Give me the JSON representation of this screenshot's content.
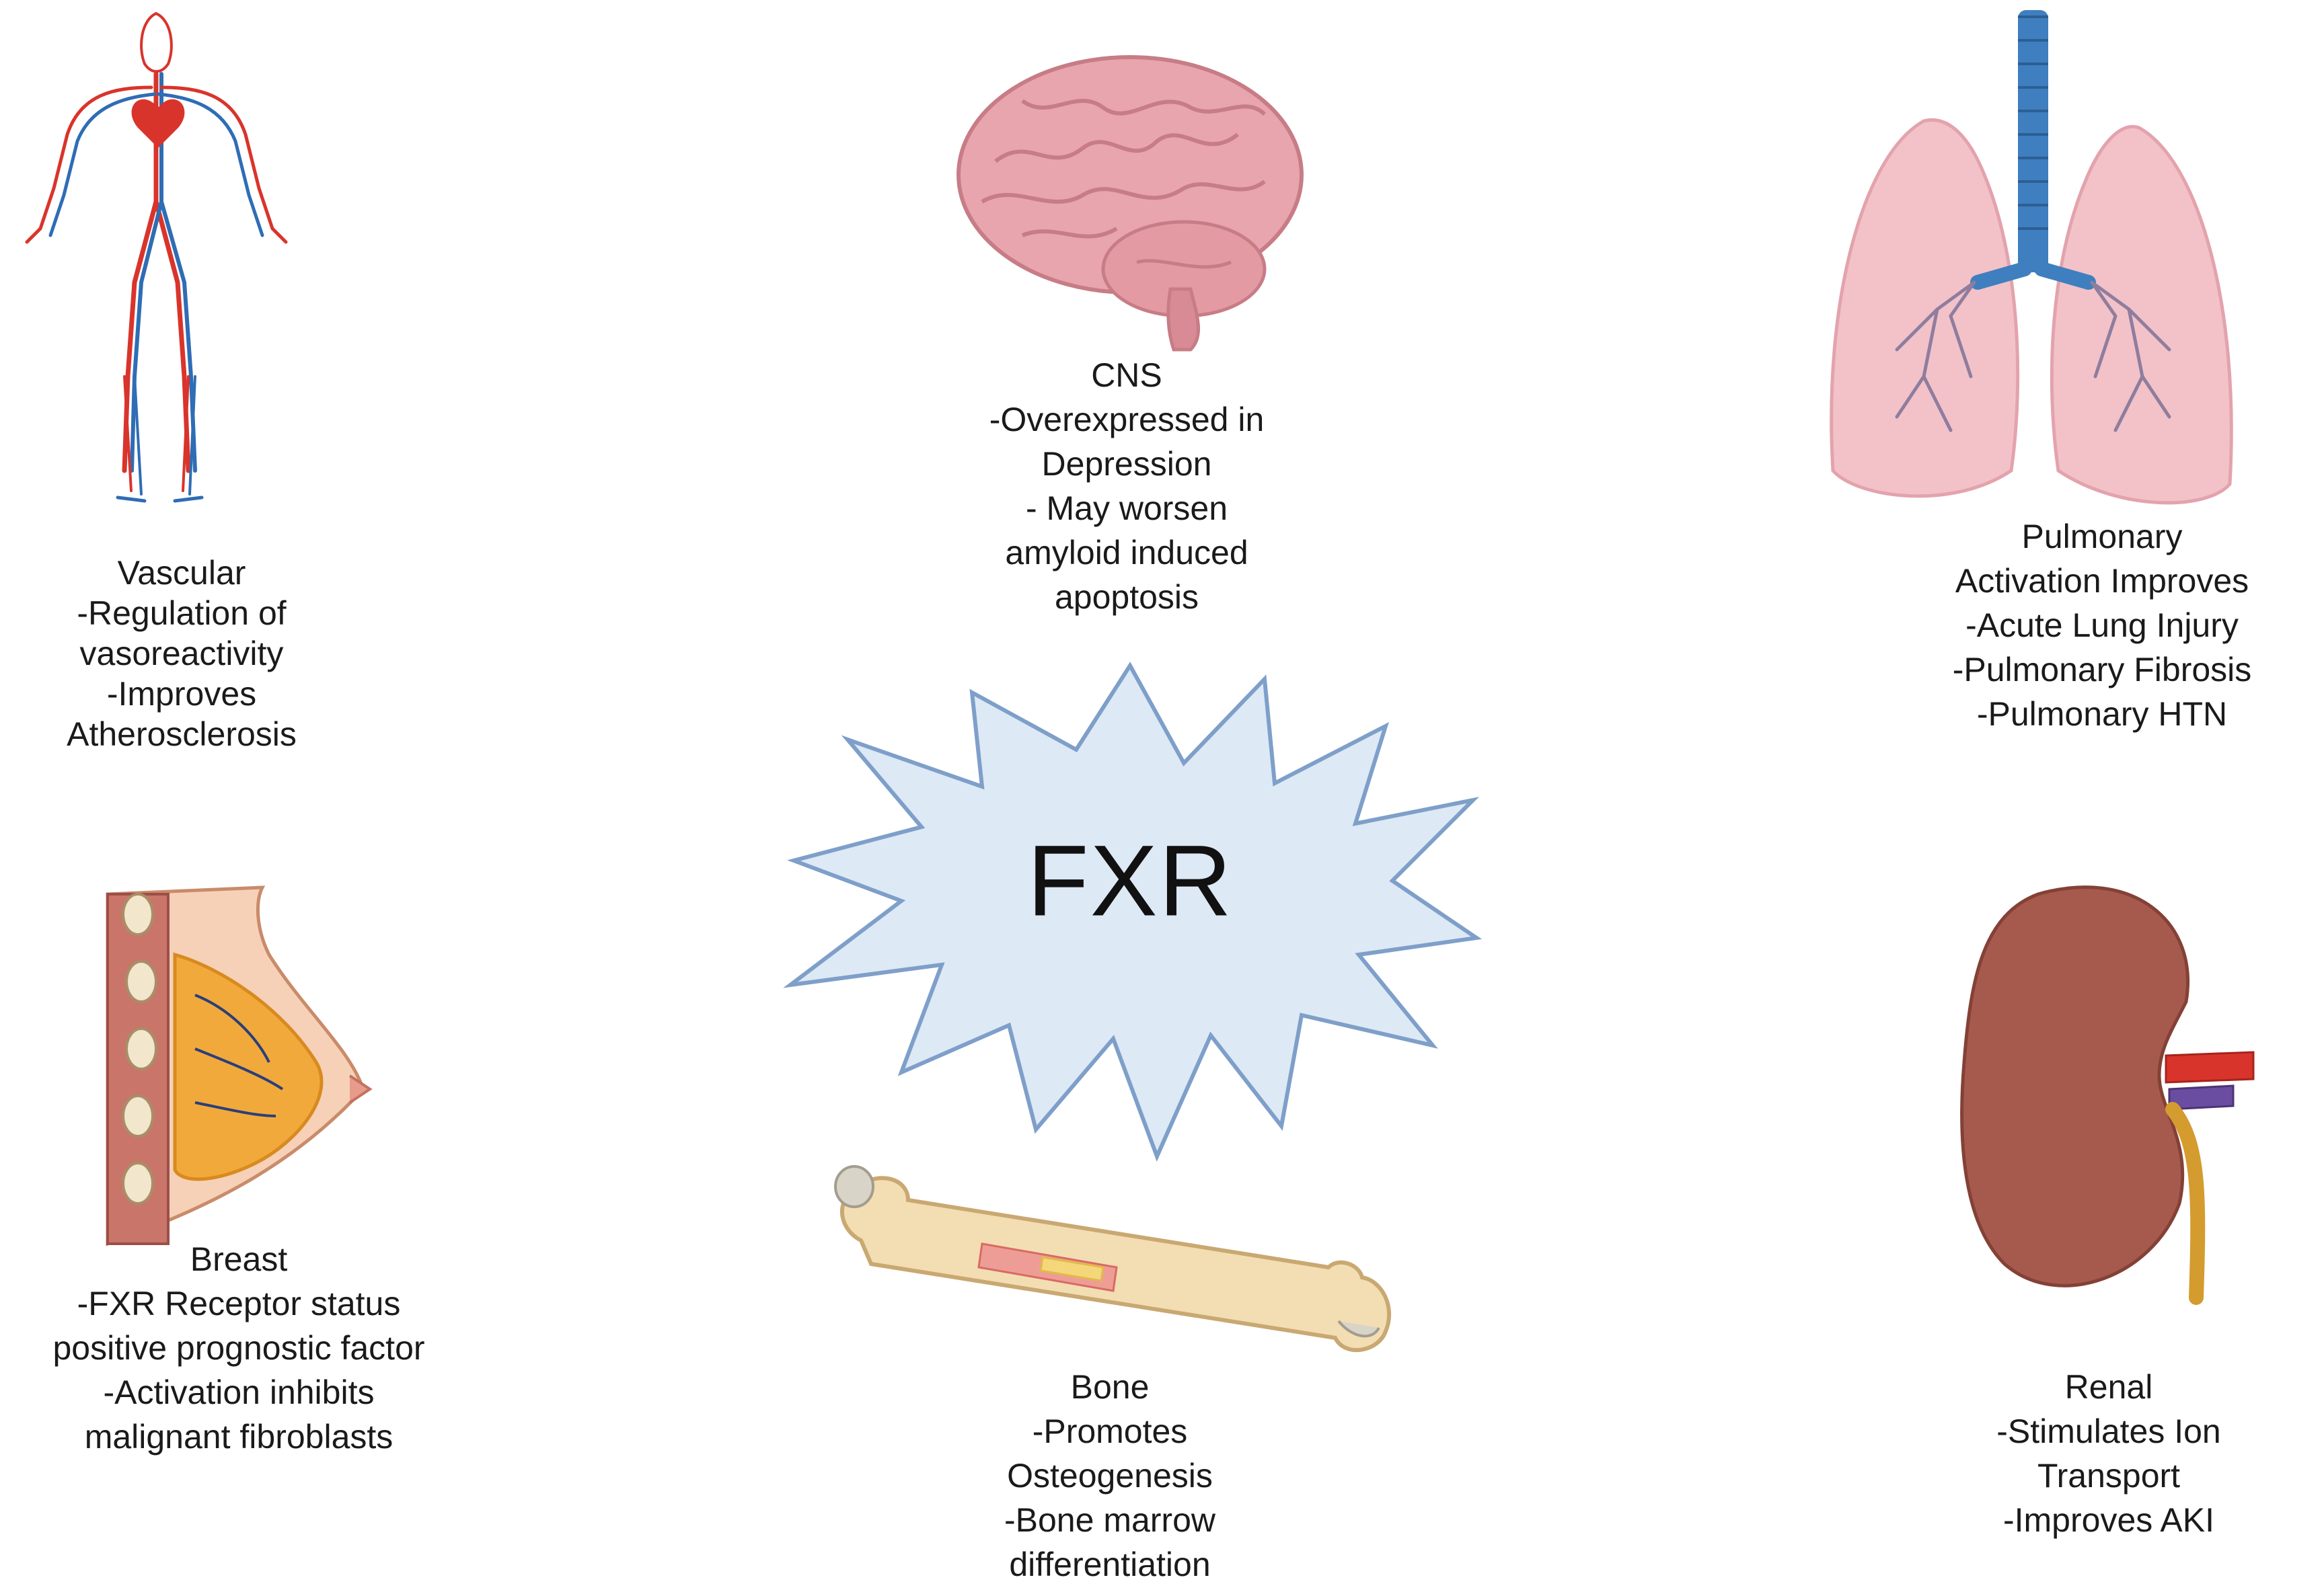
{
  "center": {
    "label": "FXR"
  },
  "organs": {
    "cns": {
      "icon": "brain-icon",
      "lines": [
        "CNS",
        "-Overexpressed in",
        "Depression",
        "- May worsen",
        "amyloid induced",
        "apoptosis"
      ]
    },
    "vascular": {
      "icon": "circulatory-system-icon",
      "lines": [
        "Vascular",
        "-Regulation of",
        "vasoreactivity",
        "-Improves",
        "Atherosclerosis"
      ]
    },
    "pulmonary": {
      "icon": "lungs-icon",
      "lines": [
        "Pulmonary",
        "Activation Improves",
        "-Acute Lung Injury",
        "-Pulmonary Fibrosis",
        "-Pulmonary HTN"
      ]
    },
    "breast": {
      "icon": "breast-tissue-icon",
      "lines": [
        "Breast",
        "-FXR Receptor status",
        "positive prognostic factor",
        "-Activation inhibits",
        "malignant fibroblasts"
      ]
    },
    "bone": {
      "icon": "bone-icon",
      "lines": [
        "Bone",
        "-Promotes",
        "Osteogenesis",
        "-Bone marrow",
        "differentiation"
      ]
    },
    "renal": {
      "icon": "kidney-icon",
      "lines": [
        "Renal",
        "-Stimulates Ion",
        "Transport",
        "-Improves AKI"
      ]
    }
  },
  "colors": {
    "starburst_fill": "#dde9f5",
    "starburst_stroke": "#7e9fc9",
    "artery": "#d9342b",
    "vein": "#2f6db5",
    "brain": "#e8a5ad",
    "lung": "#f2c2c8",
    "trachea": "#3f7fbf",
    "kidney": "#a65a4e",
    "bone": "#f3ddb3",
    "breast": "#f2a93b"
  }
}
